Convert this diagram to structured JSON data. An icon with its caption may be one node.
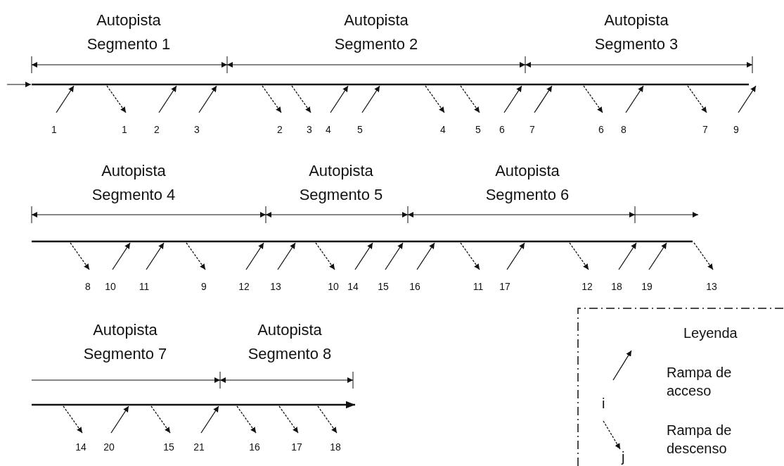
{
  "diagram": {
    "labels": [
      "Autopista Segmento 1",
      "Autopista Segmento 2",
      "Autopista Segmento 3",
      "1",
      "1",
      "2",
      "3",
      "2",
      "3",
      "4",
      "5",
      "4",
      "5",
      "6",
      "7",
      "6",
      "8",
      "7",
      "9",
      "Autopista Segmento 4",
      "Autopista Segmento 5",
      "Autopista Segmento 6",
      "8",
      "10",
      "11",
      "9",
      "12",
      "13",
      "10",
      "14",
      "15",
      "16",
      "11",
      "17",
      "12",
      "18",
      "19",
      "13",
      "Autopista Segmento 7",
      "Autopista Segmento 8",
      "14",
      "20",
      "15",
      "21",
      "16",
      "17",
      "18",
      "Leyenda",
      "i",
      "j"
    ],
    "legend": [
      {
        "text": "Rampa de acceso"
      },
      {
        "text": "Rampa de descenso"
      }
    ]
  }
}
